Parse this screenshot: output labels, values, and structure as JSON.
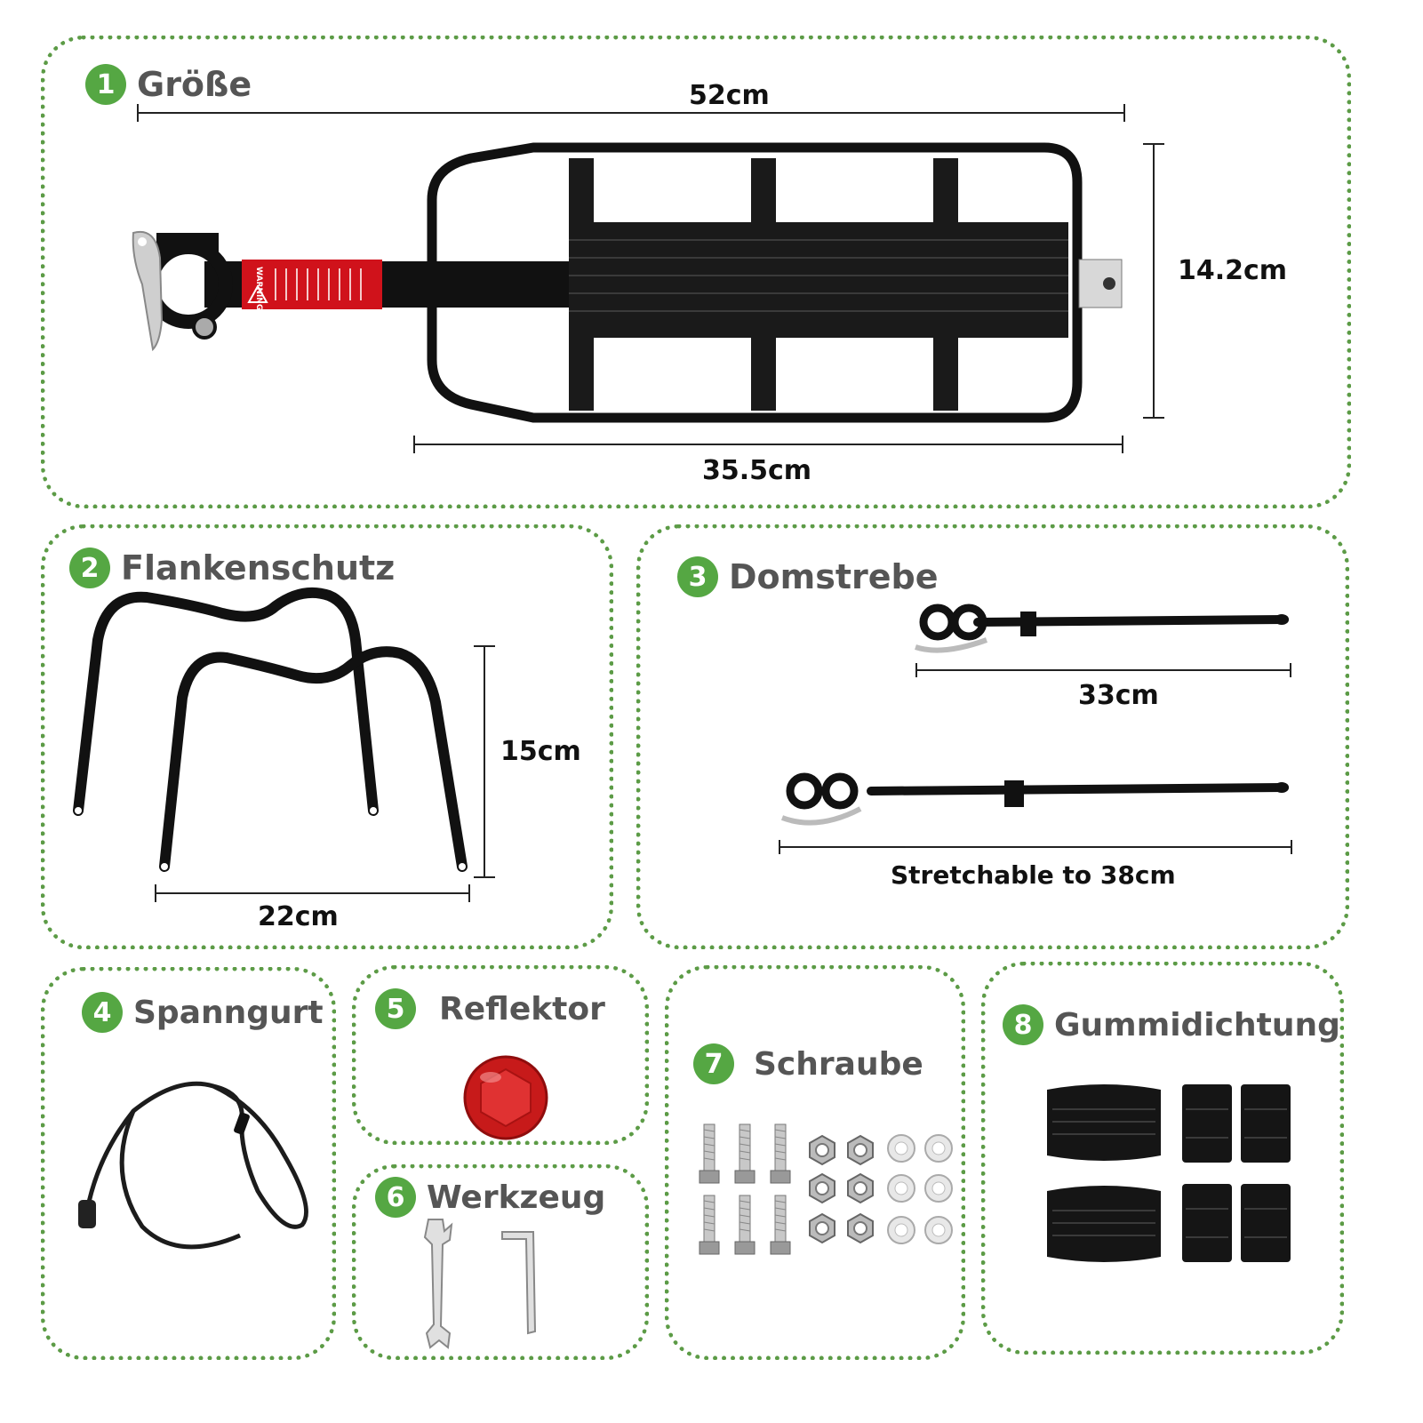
{
  "accent_color": "#5c9b46",
  "badge_color": "#55a743",
  "sections": {
    "size": {
      "number": "1",
      "title": "Größe",
      "width_label": "52cm",
      "height_label": "14.2cm",
      "platform_label": "35.5cm",
      "warning_label": "WARNING",
      "icon": "bike-rear-rack"
    },
    "fender": {
      "number": "2",
      "title": "Flankenschutz",
      "height_label": "15cm",
      "width_label": "22cm",
      "icon": "side-guard-frames"
    },
    "strut": {
      "number": "3",
      "title": "Domstrebe",
      "short_label": "33cm",
      "long_label": "Stretchable to 38cm",
      "icon": "support-strut"
    },
    "strap": {
      "number": "4",
      "title": "Spanngurt",
      "icon": "bungee-cord"
    },
    "reflector": {
      "number": "5",
      "title": "Reflektor",
      "icon": "red-reflector"
    },
    "tools": {
      "number": "6",
      "title": "Werkzeug",
      "icon": "wrench-and-hex-key"
    },
    "screws": {
      "number": "7",
      "title": "Schraube",
      "icon": "bolts-nuts-washers"
    },
    "rubber": {
      "number": "8",
      "title": "Gummidichtung",
      "icon": "rubber-pads"
    }
  }
}
